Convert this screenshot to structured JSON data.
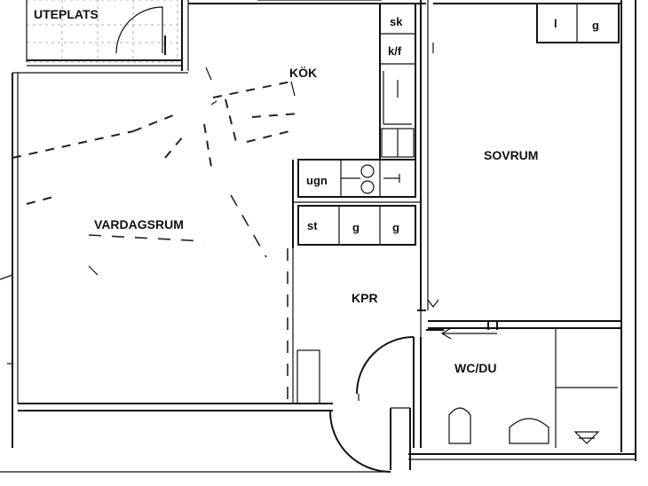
{
  "rooms": {
    "uteplats": "UTEPLATS",
    "kok": "KÖK",
    "vardagsrum": "VARDAGSRUM",
    "sovrum": "SOVRUM",
    "kpr": "KPR",
    "wcdu": "WC/DU"
  },
  "fixtures": {
    "sink": "sk",
    "fridge_freezer": "k/f",
    "oven": "ugn",
    "wardrobe_st": "st",
    "wardrobe_g1": "g",
    "wardrobe_g2": "g",
    "bedroom_l": "l",
    "bedroom_g": "g"
  },
  "colors": {
    "ink": "#111111",
    "paper": "#ffffff"
  }
}
